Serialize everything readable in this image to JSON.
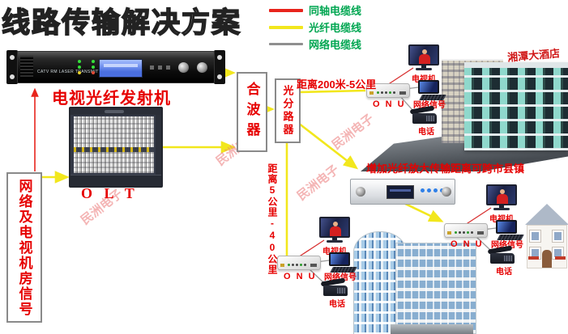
{
  "title": "线路传输解决方案",
  "legend": {
    "items": [
      {
        "label": "同轴电缆线",
        "color": "#e8241c"
      },
      {
        "label": "光纤电缆线",
        "color": "#f2e71d"
      },
      {
        "label": "网络电缆线",
        "color": "#8f8f8f"
      }
    ]
  },
  "headend": {
    "source_box_label": "网络及电视机房信号",
    "transmitter_label": "电视光纤发射机",
    "transmitter_panel_text": "CATV RM LASER TRANSMITTER",
    "olt_label": "O L T",
    "combiner_label": "合波器",
    "splitter_label": "光分路器"
  },
  "annotations": {
    "distance_short": "距离200米-5公里",
    "distance_long": "距离5公里-40公里",
    "amplifier_note": "增加光纤放大传输距离可跨市县镇",
    "watermark": "民洲电子"
  },
  "cpe": {
    "onu_label": "O N U",
    "tv_label": "电视机",
    "network_label": "网络信号",
    "phone_label": "电话"
  },
  "buildings": {
    "hotel_sign": "湘潭大酒店"
  },
  "colors": {
    "coaxial_line": "#e8241c",
    "fiber_line": "#f2e71d",
    "network_line": "#8f8f8f",
    "label_red": "#e60000",
    "legend_green": "#00a651"
  }
}
